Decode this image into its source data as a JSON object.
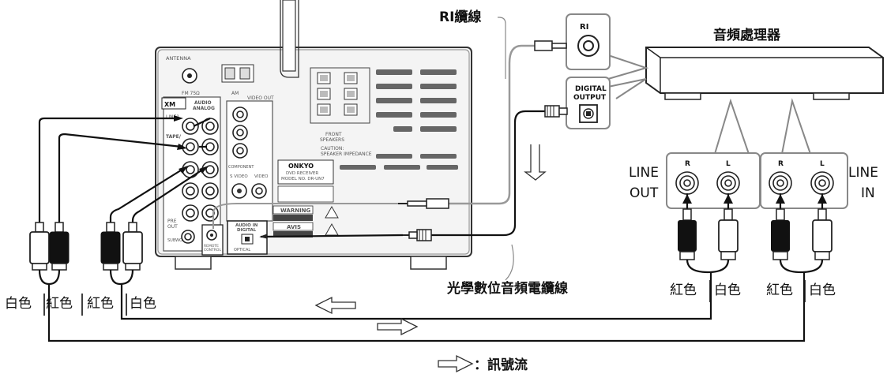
{
  "labels": {
    "ri_cable": "RI纜線",
    "processor": "音頻處理器",
    "optical_cable": "光學數位音頻電纜線",
    "signal_flow": "：訊號流",
    "line_out_1": "LINE",
    "line_out_2": "OUT",
    "line_in_1": "LINE",
    "line_in_2": "IN",
    "white_1": "白色",
    "red_1": "紅色",
    "red_2": "紅色",
    "white_2": "白色",
    "red_3": "紅色",
    "white_3": "白色",
    "red_4": "紅色",
    "white_4": "白色",
    "ri_box": "RI",
    "digital_output_1": "DIGITAL",
    "digital_output_2": "OUTPUT",
    "r_1": "R",
    "l_1": "L",
    "r_2": "R",
    "l_2": "L"
  },
  "panel_text": {
    "antenna": "ANTENNA",
    "fm": "FM 75Ω",
    "am": "AM",
    "audio_analog_1": "AUDIO",
    "audio_analog_2": "ANALOG",
    "xm": "XM",
    "line1": "LINE1",
    "tape": "TAPE/",
    "video_out": "VIDEO OUT",
    "component": "COMPONENT",
    "s_video": "S VIDEO",
    "video": "VIDEO",
    "front_speakers_1": "FRONT",
    "front_speakers_2": "SPEAKERS",
    "caution_1": "CAUTION:",
    "caution_2": "SPEAKER IMPEDANCE",
    "brand": "ONKYO",
    "model_1": "DVD RECEIVER",
    "model_2": "MODEL NO. DR-UN7",
    "warning": "WARNING",
    "avis": "AVIS",
    "pre_out_1": "PRE",
    "pre_out_2": "OUT",
    "subwoofer": "SUBWOOFER",
    "remote_control_1": "REMOTE",
    "remote_control_2": "CONTROL",
    "audio_in_1": "AUDIO IN",
    "audio_in_2": "DIGITAL",
    "optical": "OPTICAL"
  }
}
